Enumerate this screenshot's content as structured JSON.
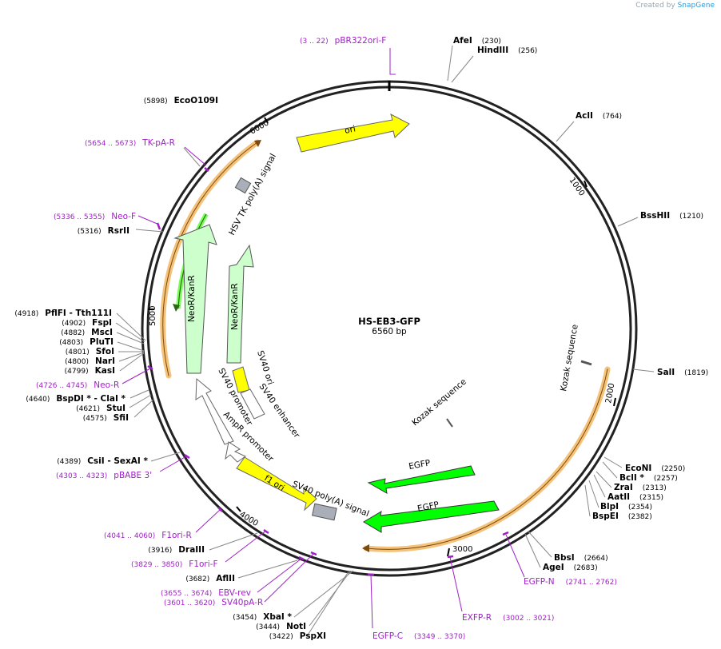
{
  "credit": {
    "prefix": "Created by",
    "brand": "SnapGene"
  },
  "plasmid": {
    "name": "HS-EB3-GFP",
    "size": "6560 bp",
    "length": 6560
  },
  "ticks": [
    "1000",
    "2000",
    "3000",
    "4000",
    "5000",
    "6000"
  ],
  "enzymes": [
    {
      "name": "AfeI",
      "pos": "(230)"
    },
    {
      "name": "HindIII",
      "pos": "(256)"
    },
    {
      "name": "AclI",
      "pos": "(764)"
    },
    {
      "name": "BssHII",
      "pos": "(1210)"
    },
    {
      "name": "SalI",
      "pos": "(1819)"
    },
    {
      "name": "EcoNI",
      "pos": "(2250)"
    },
    {
      "name": "BclI *",
      "pos": "(2257)"
    },
    {
      "name": "ZraI",
      "pos": "(2313)"
    },
    {
      "name": "AatII",
      "pos": "(2315)"
    },
    {
      "name": "BlpI",
      "pos": "(2354)"
    },
    {
      "name": "BspEI",
      "pos": "(2382)"
    },
    {
      "name": "BbsI",
      "pos": "(2664)"
    },
    {
      "name": "AgeI",
      "pos": "(2683)"
    },
    {
      "name": "PspXI",
      "pos": "(3422)"
    },
    {
      "name": "NotI",
      "pos": "(3444)"
    },
    {
      "name": "XbaI *",
      "pos": "(3454)"
    },
    {
      "name": "AflII",
      "pos": "(3682)"
    },
    {
      "name": "DraIII",
      "pos": "(3916)"
    },
    {
      "name": "CsiI - SexAI *",
      "pos": "(4389)"
    },
    {
      "name": "SfiI",
      "pos": "(4575)"
    },
    {
      "name": "StuI",
      "pos": "(4621)"
    },
    {
      "name": "BspDI * - ClaI *",
      "pos": "(4640)"
    },
    {
      "name": "KasI",
      "pos": "(4799)"
    },
    {
      "name": "NarI",
      "pos": "(4800)"
    },
    {
      "name": "SfoI",
      "pos": "(4801)"
    },
    {
      "name": "PluTI",
      "pos": "(4803)"
    },
    {
      "name": "MscI",
      "pos": "(4882)"
    },
    {
      "name": "FspI",
      "pos": "(4902)"
    },
    {
      "name": "PflFI - Tth111I",
      "pos": "(4918)"
    },
    {
      "name": "RsrII",
      "pos": "(5316)"
    },
    {
      "name": "EcoO109I",
      "pos": "(5898)"
    }
  ],
  "primers": [
    {
      "name": "pBR322ori-F",
      "range": "(3 .. 22)"
    },
    {
      "name": "TK-pA-R",
      "range": "(5654 .. 5673)"
    },
    {
      "name": "Neo-F",
      "range": "(5336 .. 5355)"
    },
    {
      "name": "Neo-R",
      "range": "(4726 .. 4745)"
    },
    {
      "name": "pBABE 3'",
      "range": "(4303 .. 4323)"
    },
    {
      "name": "F1ori-R",
      "range": "(4041 .. 4060)"
    },
    {
      "name": "F1ori-F",
      "range": "(3829 .. 3850)"
    },
    {
      "name": "EBV-rev",
      "range": "(3655 .. 3674)"
    },
    {
      "name": "SV40pA-R",
      "range": "(3601 .. 3620)"
    },
    {
      "name": "EGFP-C",
      "range": "(3349 .. 3370)"
    },
    {
      "name": "EXFP-R",
      "range": "(3002 .. 3021)"
    },
    {
      "name": "EGFP-N",
      "range": "(2741 .. 2762)"
    }
  ],
  "features": {
    "ori": "ori",
    "hsv_tk_polya": "HSV TK poly(A) signal",
    "neor_outer": "NeoR/KanR",
    "neor_inner": "NeoR/KanR",
    "sv40_ori": "SV40 ori",
    "sv40_promoter": "SV40 promoter",
    "sv40_enhancer": "SV40 enhancer",
    "ampr_promoter": "AmpR promoter",
    "f1_ori": "f1 ori",
    "sv40_polya": "SV40 poly(A) signal",
    "egfp_1": "EGFP",
    "egfp_2": "EGFP",
    "kozak_1": "Kozak sequence",
    "kozak_2": "Kozak sequence"
  },
  "colors": {
    "ori": "#ffff00",
    "neor": "#ccffcc",
    "egfp": "#00ff00",
    "polya": "#a9aeb8",
    "primer": "#a020c8",
    "orf": "#f5c27a",
    "backbone": "#222222"
  }
}
